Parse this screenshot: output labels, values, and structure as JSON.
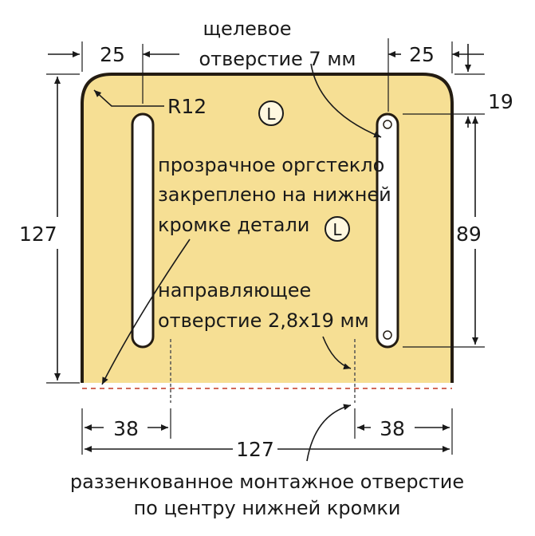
{
  "header": {
    "slot_note_line1": "щелевое",
    "slot_note_line2": "отверстие 7 мм"
  },
  "dimensions": {
    "top_left": "25",
    "top_right": "25",
    "radius": "R12",
    "right_top": "19",
    "left_height": "127",
    "right_slot": "89",
    "bottom_left": "38",
    "bottom_right": "38",
    "bottom_width": "127"
  },
  "markers": {
    "upper": "L",
    "middle": "L"
  },
  "notes": {
    "plexi_line1": "прозрачное оргстекло",
    "plexi_line2": "закреплено на нижней",
    "plexi_line3": "кромке детали",
    "guide_line1": "направляющее",
    "guide_line2": "отверстие 2,8х19 мм",
    "countersink_line1": "раззенкованное монтажное отверстие",
    "countersink_line2": "по центру нижней кромки"
  },
  "colors": {
    "panel": "#f6df94",
    "panel_edge": "#241c12"
  }
}
